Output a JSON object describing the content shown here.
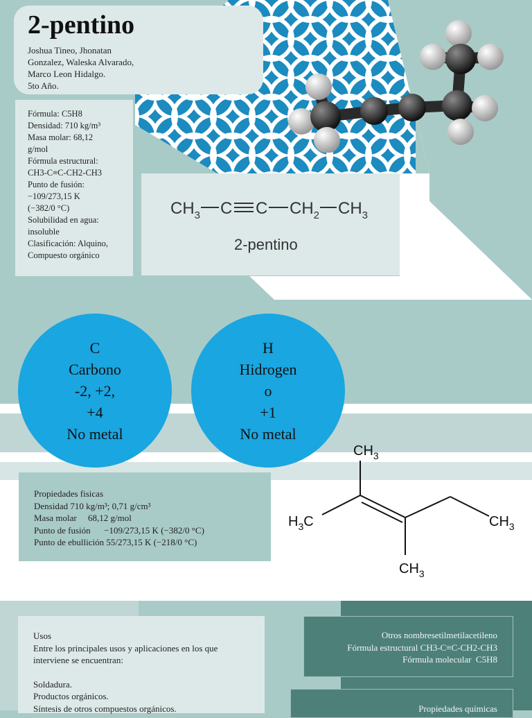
{
  "title": "2-pentino",
  "authors": "Joshua Tineo, Jhonatan\nGonzalez, Waleska Alvarado,\nMarco Leon Hidalgo.\n5to Año.",
  "info": [
    "Fórmula: C5H8",
    "Densidad: 710 kg/m³",
    "Masa molar: 68,12",
    "g/mol",
    "Fórmula estructural:",
    "CH3-C≡C-CH2-CH3",
    "Punto de fusión:",
    "−109/273,15 K",
    "(−382/0 °C)",
    "Solubilidad en agua:",
    "insoluble",
    "Clasificación: Alquino,",
    "Compuesto orgánico"
  ],
  "structural_formula": {
    "groups": [
      "CH",
      "3",
      "C",
      "C",
      "CH",
      "2",
      "CH",
      "3"
    ],
    "name": "2-pentino"
  },
  "elements": [
    {
      "lines": [
        "C",
        "Carbono",
        "-2, +2,",
        "+4",
        "No metal"
      ]
    },
    {
      "lines": [
        "H",
        "Hidrogen",
        "o",
        "+1",
        "No metal"
      ]
    }
  ],
  "skeletal_formula": {
    "labels": [
      "CH",
      "3",
      "H",
      "3",
      "C",
      "CH",
      "3",
      "CH",
      "3"
    ]
  },
  "physical": {
    "heading": "Propiedades fisicas",
    "lines": [
      "Densidad 710 kg/m³; 0,71 g/cm³",
      "Masa molar     68,12 g/mol",
      "Punto de fusión      −109/273,15 K (−382/0 °C)",
      "Punto de ebullición 55/273,15 K (−218/0 °C)"
    ]
  },
  "usos": {
    "heading": "Usos",
    "intro": "Entre los principales usos y aplicaciones en los que interviene se encuentran:",
    "items": [
      "Soldadura.",
      "Productos orgánicos.",
      "Síntesis de otros compuestos orgánicos."
    ]
  },
  "otros": {
    "lines": [
      "Otros nombresetilmetilacetileno",
      "Fórmula estructural CH3-C≡C-CH2-CH3",
      "Fórmula molecular  C5H8"
    ]
  },
  "quimicas": {
    "heading": "Propiedades químicas"
  },
  "colors": {
    "background": "#a9cbc8",
    "card_light": "#dde9e8",
    "pattern_blue": "#1c8bbf",
    "circle_blue": "#1aa6e0",
    "dark_teal": "#4e807a"
  }
}
